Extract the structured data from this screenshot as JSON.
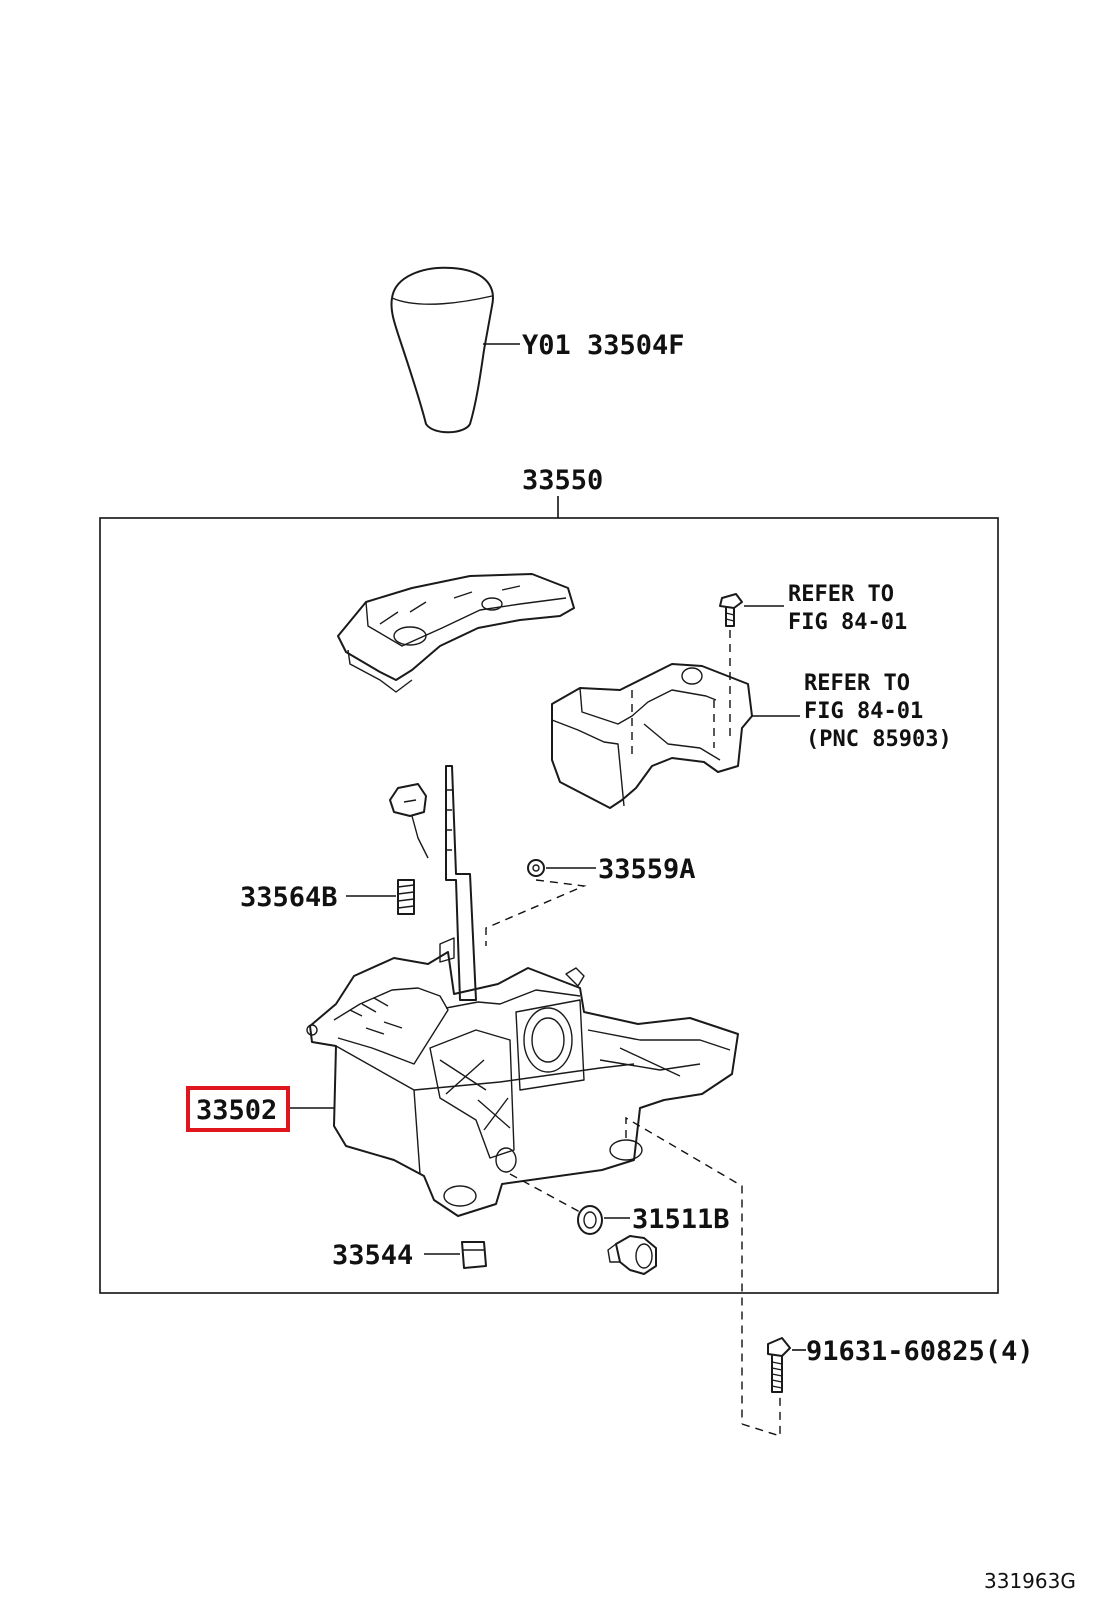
{
  "diagram_id": "331963G",
  "highlight_color": "#e0161e",
  "assembly": {
    "number": "33550"
  },
  "callouts": {
    "knob": "Y01 33504F",
    "refer_screw_line1": "REFER TO",
    "refer_screw_line2": "FIG 84-01",
    "refer_unit_line1": "REFER TO",
    "refer_unit_line2": "FIG 84-01",
    "refer_unit_line3": "(PNC 85903)",
    "pin": "33559A",
    "spring": "33564B",
    "housing": "33502",
    "bushing": "31511B",
    "stopper": "33544",
    "bolt": "91631-60825(4)"
  }
}
